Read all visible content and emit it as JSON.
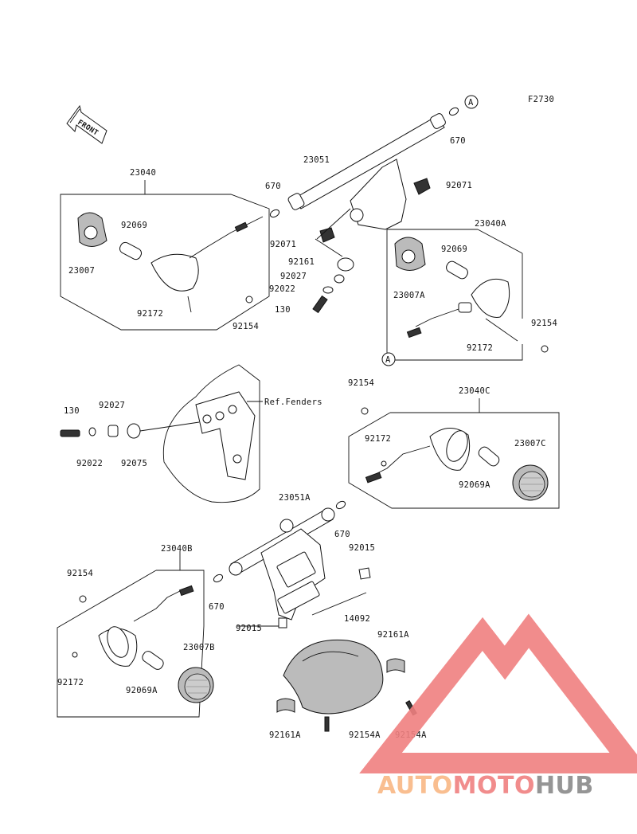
{
  "diagram_code": "F2730",
  "front_label": "FRONT",
  "ref_fenders": "Ref.Fenders",
  "callout_letter": "A",
  "watermark": {
    "part1": "AUTO",
    "part2": "MOTO",
    "part3": "HUB",
    "color_orange": "#f9b884",
    "color_red": "#f08080",
    "color_grey": "#8a8a8a"
  },
  "labels": {
    "p23040": "23040",
    "p23007": "23007",
    "p92069_a": "92069",
    "p92172_a": "92172",
    "p92154_a": "92154",
    "p670_a": "670",
    "p23051": "23051",
    "p670_b": "670",
    "p92071_a": "92071",
    "p92071_b": "92071",
    "p92161": "92161",
    "p92027_a": "92027",
    "p92022_a": "92022",
    "p130_a": "130",
    "p23040a": "23040A",
    "p92069_b": "92069",
    "p23007a": "23007A",
    "p92154_b": "92154",
    "p92172_b": "92172",
    "p92154_c": "92154",
    "p23040c": "23040C",
    "p130_b": "130",
    "p92027_b": "92027",
    "p92022_b": "92022",
    "p92075": "92075",
    "p92172_c": "92172",
    "p23007c": "23007C",
    "p92069a_a": "92069A",
    "p23051a": "23051A",
    "p670_c": "670",
    "p92015_a": "92015",
    "p23040b": "23040B",
    "p92154_d": "92154",
    "p670_d": "670",
    "p23007b": "23007B",
    "p92172_d": "92172",
    "p92069a_b": "92069A",
    "p92015_b": "92015",
    "p14092": "14092",
    "p92161a_a": "92161A",
    "p92161a_b": "92161A",
    "p92154a_a": "92154A",
    "p92154a_b": "92154A"
  }
}
